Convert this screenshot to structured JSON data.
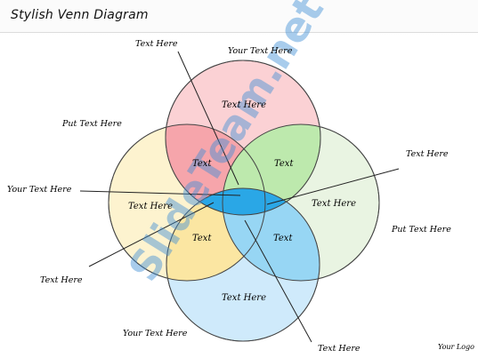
{
  "title": "Stylish Venn Diagram",
  "watermark": "SlideTeam.net",
  "logo_text": "Your Logo",
  "colors": {
    "top": "#f9c9cc",
    "left": "#fdf3cf",
    "right": "#e4f2dc",
    "bottom": "#c9e8f8",
    "center": "#2aa7e6",
    "overlap_red": "#f49aa0",
    "overlap_green": "#b8e6a8",
    "overlap_yellow": "#fbe49a",
    "overlap_blue": "#8fd2f2"
  },
  "circles": {
    "top_label": "Text Here",
    "left_label": "Text Here",
    "right_label": "Text Here",
    "bottom_label": "Text Here"
  },
  "overlaps": {
    "top_left": "Text",
    "top_right": "Text",
    "bottom_left": "Text",
    "bottom_right": "Text"
  },
  "callouts": {
    "top_left": "Text Here",
    "top": "Your Text Here",
    "upper_left": "Put Text Here",
    "left": "Your Text Here",
    "lower_left": "Text Here",
    "bottom": "Your Text Here",
    "bottom_right": "Text Here",
    "right": "Put Text Here",
    "upper_right": "Text Here"
  }
}
